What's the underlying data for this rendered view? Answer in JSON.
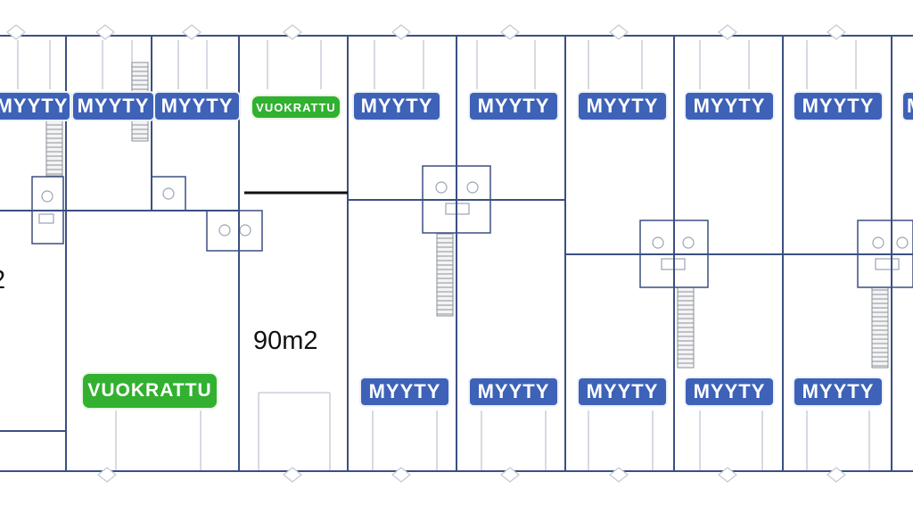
{
  "colors": {
    "wall": "#3b4f82",
    "sold_badge": "#3d62b7",
    "rented_badge": "#32b02f",
    "thin_line": "#c9ced9"
  },
  "badges": [
    {
      "id": "u1-top",
      "status": "sold",
      "text": "MYYTY"
    },
    {
      "id": "u2-top",
      "status": "sold",
      "text": "MYYTY"
    },
    {
      "id": "u3-top",
      "status": "sold",
      "text": "MYYTY"
    },
    {
      "id": "u4-top",
      "status": "rented",
      "text": "VUOKRATTU"
    },
    {
      "id": "u5-top",
      "status": "sold",
      "text": "MYYTY"
    },
    {
      "id": "u6-top",
      "status": "sold",
      "text": "MYYTY"
    },
    {
      "id": "u7-top",
      "status": "sold",
      "text": "MYYTY"
    },
    {
      "id": "u8-top",
      "status": "sold",
      "text": "MYYTY"
    },
    {
      "id": "u9-top",
      "status": "sold",
      "text": "MYYTY"
    },
    {
      "id": "u10-top",
      "status": "sold",
      "text": "MYYTY"
    },
    {
      "id": "u-left-bottom",
      "status": "rented",
      "text": "VUOKRATTU"
    },
    {
      "id": "u5-bottom",
      "status": "sold",
      "text": "MYYTY"
    },
    {
      "id": "u6-bottom",
      "status": "sold",
      "text": "MYYTY"
    },
    {
      "id": "u7-bottom",
      "status": "sold",
      "text": "MYYTY"
    },
    {
      "id": "u8-bottom",
      "status": "sold",
      "text": "MYYTY"
    },
    {
      "id": "u9-bottom",
      "status": "sold",
      "text": "MYYTY"
    }
  ],
  "area_labels": [
    {
      "id": "unit-4-area",
      "text": "90m2"
    },
    {
      "id": "left-cut-area",
      "text": "2"
    }
  ]
}
